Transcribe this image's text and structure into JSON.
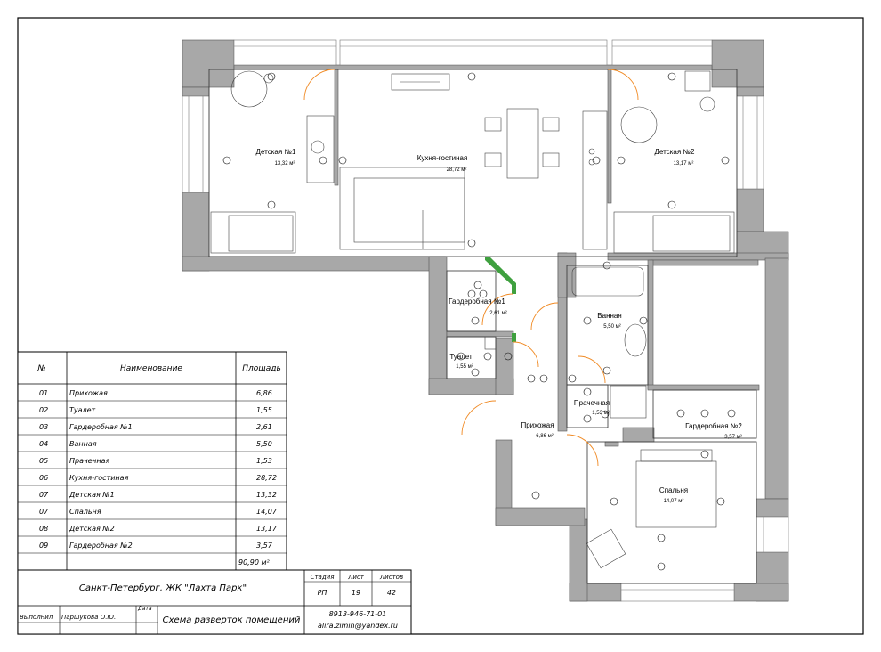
{
  "rooms": [
    {
      "name": "Детская №1",
      "area": "13,32 м²"
    },
    {
      "name": "Кухня-гостиная",
      "area": "28,72 м²"
    },
    {
      "name": "Детская №2",
      "area": "13,17 м²"
    },
    {
      "name": "Гардеробная №1",
      "area": "2,61 м²"
    },
    {
      "name": "Ванная",
      "area": "5,50 м²"
    },
    {
      "name": "Туалет",
      "area": "1,55 м²"
    },
    {
      "name": "Прачечная",
      "area": "1,53 м²"
    },
    {
      "name": "Прихожая",
      "area": "6,86 м²"
    },
    {
      "name": "Гардеробная №2",
      "area": "3,57 м²"
    },
    {
      "name": "Спальня",
      "area": "14,07 м²"
    }
  ],
  "explication": {
    "headers": {
      "num": "№",
      "name": "Наименование",
      "area": "Площадь"
    },
    "rows": [
      {
        "num": "01",
        "name": "Прихожая",
        "area": "6,86"
      },
      {
        "num": "02",
        "name": "Туалет",
        "area": "1,55"
      },
      {
        "num": "03",
        "name": "Гардеробная №1",
        "area": "2,61"
      },
      {
        "num": "04",
        "name": "Ванная",
        "area": "5,50"
      },
      {
        "num": "05",
        "name": "Прачечная",
        "area": "1,53"
      },
      {
        "num": "06",
        "name": "Кухня-гостиная",
        "area": "28,72"
      },
      {
        "num": "07",
        "name": "Детская №1",
        "area": "13,32"
      },
      {
        "num": "07",
        "name": "Спальня",
        "area": "14,07"
      },
      {
        "num": "08",
        "name": "Детская №2",
        "area": "13,17"
      },
      {
        "num": "09",
        "name": "Гардеробная №2",
        "area": "3,57"
      }
    ],
    "total": "90,90 м²"
  },
  "title_block": {
    "project": "Санкт-Петербург, ЖК \"Лахта Парк\"",
    "stage_label": "Стадия",
    "sheet_label": "Лист",
    "sheets_label": "Листов",
    "stage": "РП",
    "sheet": "19",
    "sheets": "42",
    "performed_label": "Выполнил",
    "performer": "Паршукова О.Ю.",
    "date_label": "Дата",
    "drawing_title": "Схема разверток помещений",
    "phone": "8913-946-71-01",
    "email": "alira.zimin@yandex.ru"
  },
  "colors": {
    "wall": "#a8a8a8",
    "door": "#f08a24",
    "accent_green": "#3fa03f",
    "line": "#000000"
  }
}
